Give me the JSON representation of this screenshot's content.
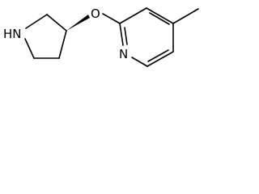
{
  "molecule": {
    "atoms": {
      "pyrrolidine_nitrogen": "HN",
      "ether_oxygen": "O",
      "pyridine_nitrogen": "N"
    }
  },
  "colors": {
    "bond": "#000000",
    "text": "#000000",
    "background": "#ffffff"
  }
}
